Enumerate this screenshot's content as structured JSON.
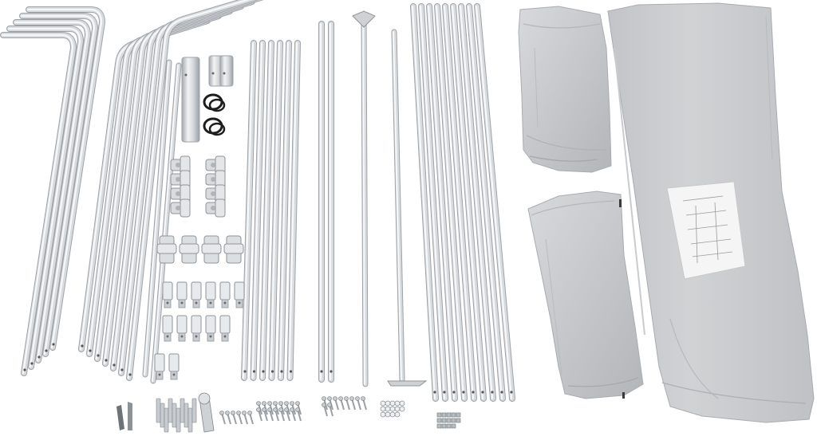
{
  "colors": {
    "background": "#ffffff",
    "metal": "#d3d6d9",
    "metal_highlight": "#f4f5f6",
    "metal_shadow": "#9ea3a8",
    "fabric": "#c9cbce",
    "fabric_dark": "#a7aaae",
    "fabric_light": "#dcdee0",
    "paper": "#f3f3f3",
    "rubber": "#1d1d1d"
  },
  "contents": {
    "l_shaped_poles": 5,
    "bent_poles": 7,
    "connector_tubes": 3,
    "cable_ties": 2,
    "four_way_connectors": 8,
    "t_connectors": 4,
    "straight_poles_group_1": 6,
    "straight_poles_group_2": 2,
    "stake_poles": 2,
    "straight_poles_group_3": 9,
    "brackets": 24,
    "folded_cover_panels": 3,
    "instruction_sheet": 1,
    "hex_key": 1,
    "wrench": 1
  }
}
